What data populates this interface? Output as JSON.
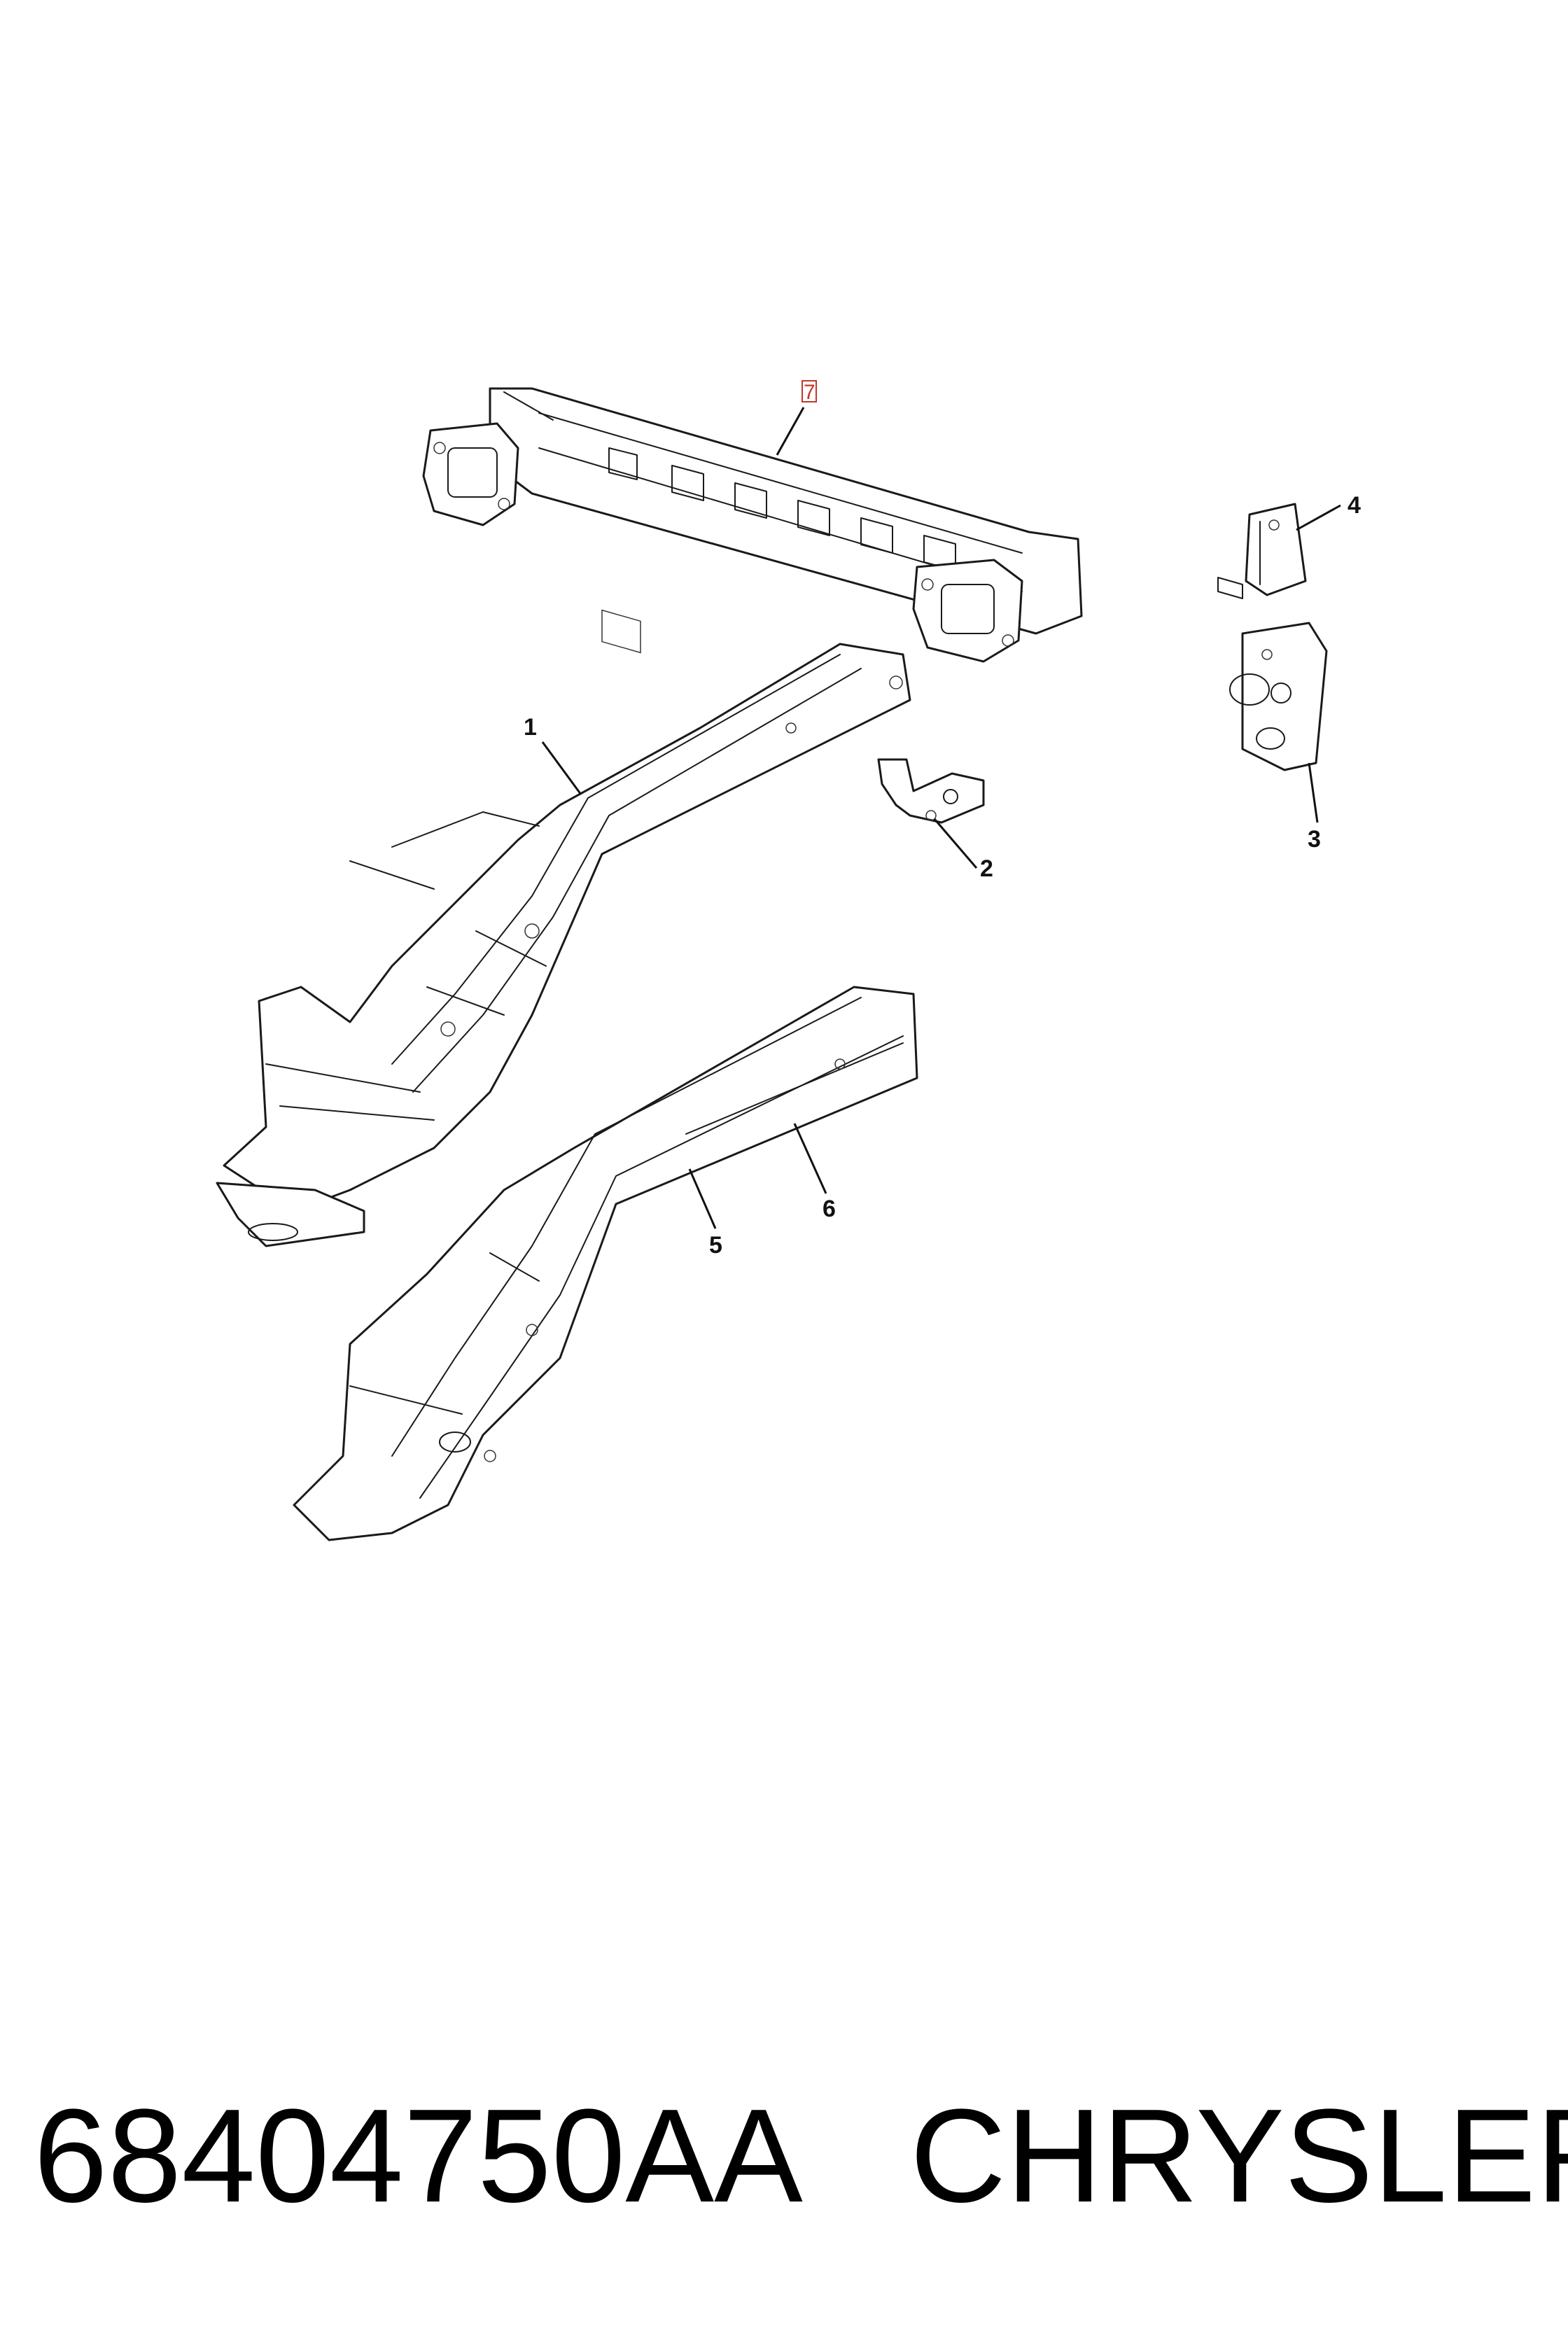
{
  "callouts": [
    {
      "id": "1",
      "label": "1"
    },
    {
      "id": "2",
      "label": "2"
    },
    {
      "id": "3",
      "label": "3"
    },
    {
      "id": "4",
      "label": "4"
    },
    {
      "id": "5",
      "label": "5"
    },
    {
      "id": "6",
      "label": "6"
    },
    {
      "id": "7",
      "label": "7",
      "highlighted": true
    }
  ],
  "caption": {
    "part_number": "68404750AA",
    "brand": "CHRYSLER"
  },
  "colors": {
    "highlight": "#c0392b",
    "line": "#1a1a1a"
  }
}
